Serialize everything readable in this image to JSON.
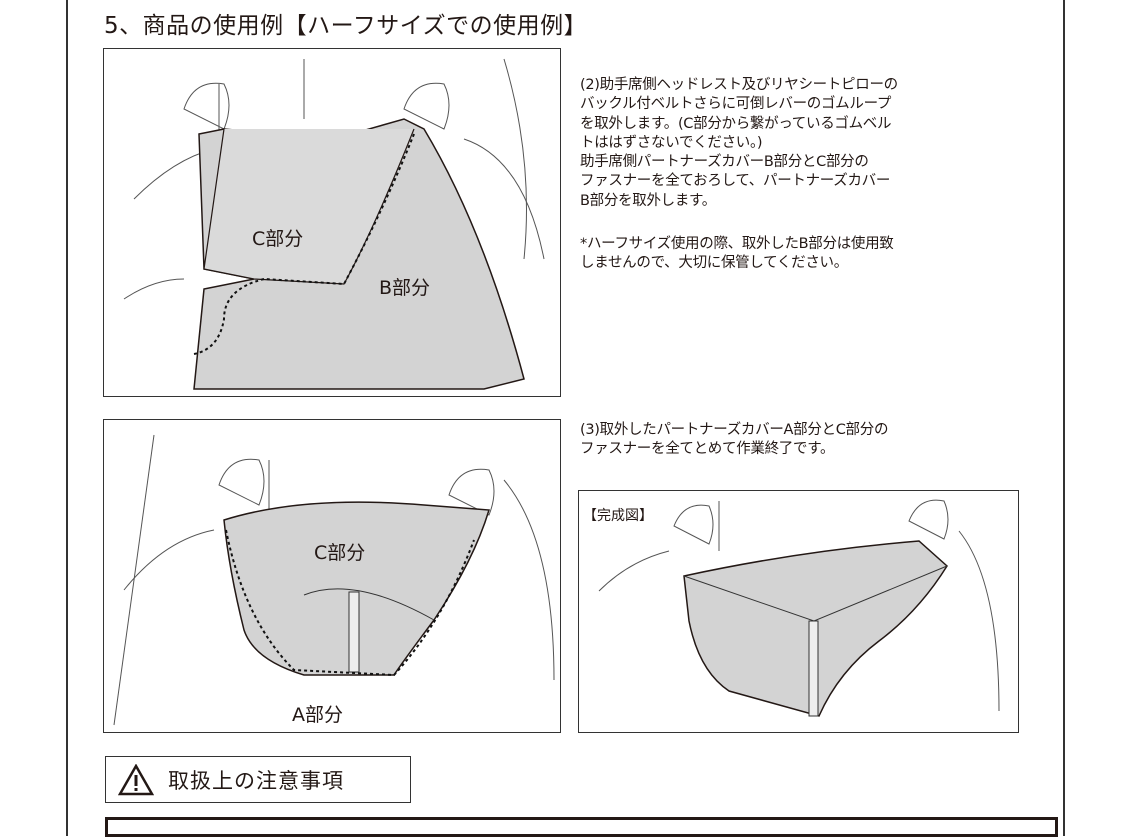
{
  "section_title": "5、商品の使用例【ハーフサイズでの使用例】",
  "figure1": {
    "label_c": "C部分",
    "label_b": "B部分"
  },
  "step2_text": "(2)助手席側ヘッドレスト及びリヤシートピローの\nバックル付ベルトさらに可倒レバーのゴムループ\nを取外します。(C部分から繋がっているゴムベル\nトははずさないでください。)\n助手席側パートナーズカバーB部分とC部分の\nファスナーを全ておろして、パートナーズカバー\nB部分を取外します。",
  "step2_note": "*ハーフサイズ使用の際、取外したB部分は使用致\nしませんので、大切に保管してください。",
  "figure2": {
    "label_c": "C部分",
    "label_a": "A部分"
  },
  "step3_text": "(3)取外したパートナーズカバーA部分とC部分の\nファスナーを全てとめて作業終了です。",
  "figure3": {
    "caption": "【完成図】"
  },
  "warning": {
    "icon": "warning-triangle-icon",
    "title": "取扱上の注意事項"
  },
  "colors": {
    "fill": "#d3d3d3",
    "line": "#231815"
  }
}
